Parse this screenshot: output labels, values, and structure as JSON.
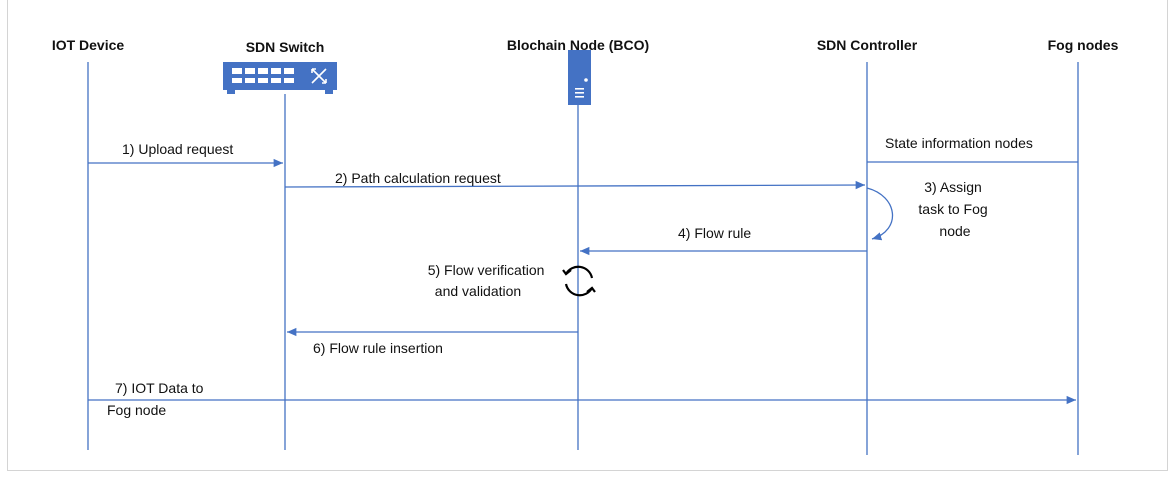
{
  "participants": {
    "iot": "IOT Device",
    "switch": "SDN Switch",
    "blockchain": "Blochain Node (BCO)",
    "controller": "SDN Controller",
    "fog": "Fog nodes"
  },
  "messages": {
    "m1": "1) Upload request",
    "m2": "2) Path calculation request",
    "m3": [
      "3) Assign",
      "task to Fog",
      "node"
    ],
    "m4": "4) Flow rule",
    "m5": [
      "5) Flow verification",
      "and validation"
    ],
    "m6": "6) Flow rule insertion",
    "m7": [
      "7) IOT Data to",
      "Fog node"
    ],
    "state": "State information nodes"
  },
  "colors": {
    "line": "#4472c4",
    "switch_body": "#4472c4",
    "server_body": "#4472c4"
  },
  "icons": {
    "switch": "network-switch-icon",
    "server": "server-icon",
    "cycle": "refresh-cycle-icon"
  }
}
